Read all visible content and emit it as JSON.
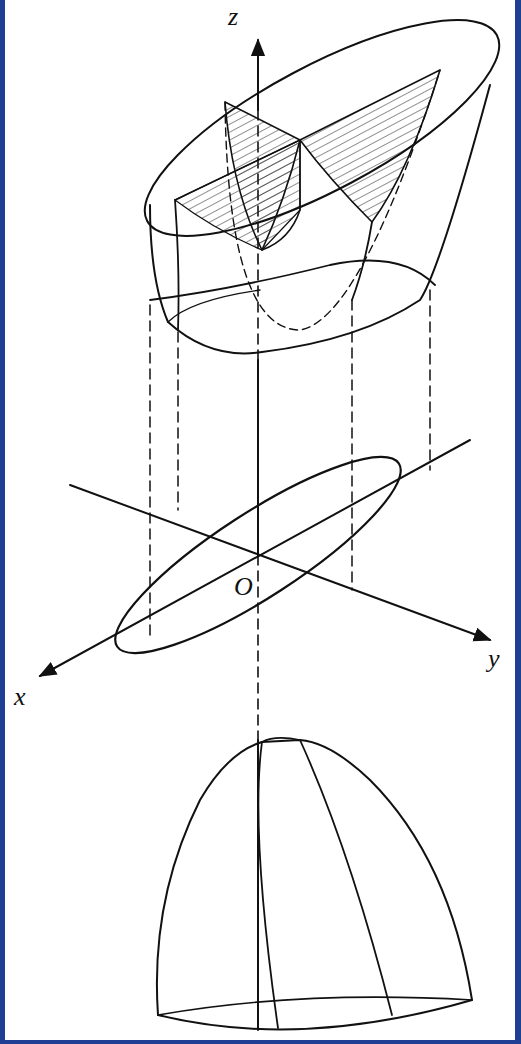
{
  "diagram": {
    "labels": [
      "z",
      "O",
      "y",
      "x"
    ]
  }
}
